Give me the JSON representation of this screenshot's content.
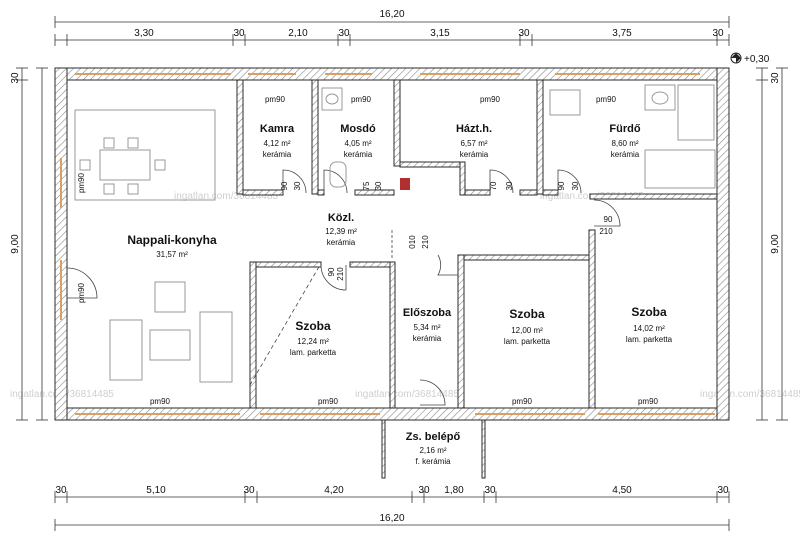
{
  "dimensions": {
    "top_total": "16,20",
    "top_segments": [
      "3,30",
      "30",
      "2,10",
      "30",
      "3,15",
      "30",
      "3,75",
      "30"
    ],
    "left_outer_30": "30",
    "bottom_total": "16,20",
    "bottom_segments": [
      "30",
      "5,10",
      "30",
      "4,20",
      "30",
      "1,80",
      "30",
      "4,50",
      "30"
    ],
    "left_height": "9,00",
    "left_top_30": "30",
    "right_height": "9,00",
    "right_top_30": "30",
    "level": "+0,30"
  },
  "rooms": [
    {
      "name": "Nappali-konyha",
      "area": "31,57 m²",
      "floor": ""
    },
    {
      "name": "Kamra",
      "area": "4,12 m²",
      "floor": "kerámia"
    },
    {
      "name": "Mosdó",
      "area": "4,05 m²",
      "floor": "kerámia"
    },
    {
      "name": "Házt.h.",
      "area": "6,57 m²",
      "floor": "kerámia"
    },
    {
      "name": "Fürdő",
      "area": "8,60 m²",
      "floor": "kerámia"
    },
    {
      "name": "Közl.",
      "area": "12,39 m²",
      "floor": "kerámia"
    },
    {
      "name": "Szoba",
      "area": "12,24 m²",
      "floor": "lam. parketta"
    },
    {
      "name": "Előszoba",
      "area": "5,34 m²",
      "floor": "kerámia"
    },
    {
      "name": "Szoba",
      "area": "12,00 m²",
      "floor": "lam. parketta"
    },
    {
      "name": "Szoba",
      "area": "14,02 m²",
      "floor": "lam. parketta"
    },
    {
      "name": "Zs. belépő",
      "area": "2,16 m²",
      "floor": "f. kerámia"
    }
  ],
  "labels": {
    "pm90": "pm90",
    "d90": "90",
    "d30": "30",
    "d75": "75",
    "d70": "70",
    "d210": "210",
    "d010": "010"
  },
  "watermark": "ingatlan.com/36814485",
  "colors": {
    "wall": "#2b2b2b",
    "hatch": "#8a8a8a",
    "window": "#d9a066",
    "furniture": "#9a9a9a"
  }
}
